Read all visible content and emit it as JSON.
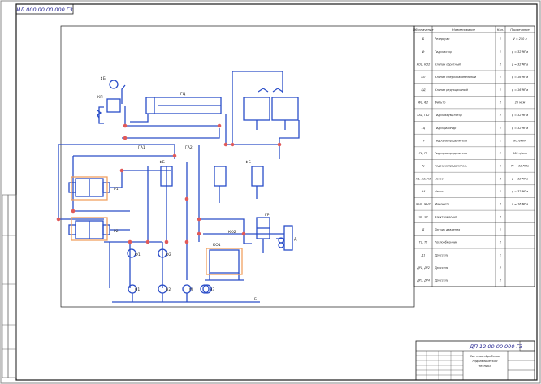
{
  "drawing": {
    "top_stamp": "ИЛ 000 00 00 000 ГЗ",
    "designation": "ДП 12 00 00 000 ГЗ",
    "title_lines": [
      "Система обработки",
      "гидравлической",
      "техники"
    ]
  },
  "spec_table": {
    "headers": [
      "Обозначение",
      "Наименование",
      "Кол.",
      "Примечание"
    ],
    "rows": [
      {
        "pos": "Б",
        "name": "Резервуар",
        "qty": "1",
        "note": "V = 250 л"
      },
      {
        "pos": "Ф",
        "name": "Гидромотор",
        "qty": "1",
        "note": "р = 32 МПа"
      },
      {
        "pos": "КО1, КО2",
        "name": "Клапан обратный",
        "qty": "2",
        "note": "р = 32 МПа"
      },
      {
        "pos": "КП",
        "name": "Клапан предохранительный",
        "qty": "1",
        "note": "р = 16 МПа"
      },
      {
        "pos": "КД",
        "name": "Клапан редукционный",
        "qty": "1",
        "note": "р = 16 МПа"
      },
      {
        "pos": "Ф1, Ф2",
        "name": "Фильтр",
        "qty": "2",
        "note": "25 мкм"
      },
      {
        "pos": "ГА1, ГА2",
        "name": "Гидроаккумулятор",
        "qty": "2",
        "note": "р = 32 МПа"
      },
      {
        "pos": "ГЦ",
        "name": "Гидроцилиндр",
        "qty": "1",
        "note": "р = 32 МПа"
      },
      {
        "pos": "ГР",
        "name": "Гидрораспределитель",
        "qty": "1",
        "note": "80 л/мин"
      },
      {
        "pos": "Р1, Р2",
        "name": "Гидрораспределитель",
        "qty": "2",
        "note": "160 л/мин"
      },
      {
        "pos": "Ру",
        "name": "Гидрораспределитель",
        "qty": "1",
        "note": "Ру = 32 МПа"
      },
      {
        "pos": "Н1, Н2, Н3",
        "name": "Насос",
        "qty": "3",
        "note": "р = 32 МПа"
      },
      {
        "pos": "Н4",
        "name": "Насос",
        "qty": "1",
        "note": "р = 32 МПа"
      },
      {
        "pos": "МН1, МН2",
        "name": "Манометр",
        "qty": "2",
        "note": "р = 16 МПа"
      },
      {
        "pos": "Э1, Э2",
        "name": "Электромагнит",
        "qty": "2",
        "note": ""
      },
      {
        "pos": "Д",
        "name": "Датчик давления",
        "qty": "1",
        "note": ""
      },
      {
        "pos": "Т1, Т2",
        "name": "Теплообменник",
        "qty": "2",
        "note": ""
      },
      {
        "pos": "Д1",
        "name": "Дроссель",
        "qty": "1",
        "note": ""
      },
      {
        "pos": "ДР1, ДР2",
        "name": "Дроссель",
        "qty": "2",
        "note": ""
      },
      {
        "pos": "ДР3, ДР4",
        "name": "Дроссель",
        "qty": "2",
        "note": ""
      }
    ]
  },
  "labels": {
    "lg1": "↕Б",
    "lg2": "↕Б",
    "lg3": "↕Б",
    "kp": "КП",
    "gc": "ГЦ",
    "ga1": "ГА1",
    "ga2": "ГА2",
    "r1": "Р1",
    "r2": "Р2",
    "gr": "ГР",
    "n1": "Н1",
    "n2": "Н2",
    "n3": "Н3",
    "m": "М",
    "f1": "Ф1",
    "f2": "Ф2",
    "ko1": "КО1",
    "ko2": "КО2",
    "d": "Д",
    "b": "Б"
  },
  "colors": {
    "line": "#2a4dc8",
    "node": "#e05a5a",
    "highlight": "#f0a060",
    "frame": "#1a1a1a"
  }
}
